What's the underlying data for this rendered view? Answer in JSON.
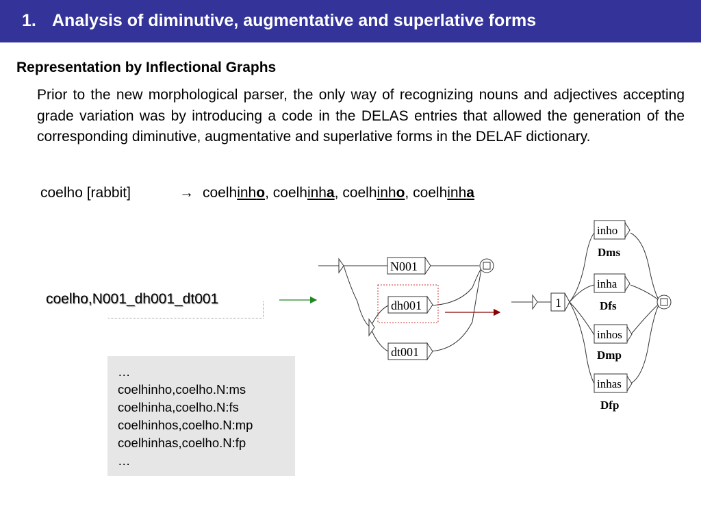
{
  "header": {
    "number": "1.",
    "title": "Analysis of diminutive, augmentative and superlative forms"
  },
  "section": {
    "subtitle": "Representation by Inflectional Graphs",
    "paragraph": "Prior to the new morphological parser, the only way of recognizing nouns and adjectives accepting grade variation was by introducing a code in the DELAS entries that allowed the generation of the corresponding diminutive, augmentative and superlative forms in the  DELAF dictionary."
  },
  "example": {
    "word": "coelho [rabbit]",
    "arrow": "→",
    "forms": [
      {
        "stem": "coelh",
        "suffix": "inh",
        "ending": "o",
        "sep": ", "
      },
      {
        "stem": "coelh",
        "suffix": "inh",
        "ending": "a",
        "sep": ", "
      },
      {
        "stem": "coelh",
        "suffix": "inh",
        "ending": "o",
        "sep": ", "
      },
      {
        "stem": "coelh",
        "suffix": "inh",
        "ending": "a",
        "sep": ""
      }
    ]
  },
  "entry_code": "coelho,N001_dh001_dt001",
  "output_lines": [
    "…",
    "coelhinho,coelho.N:ms",
    "coelhinha,coelho.N:fs",
    "coelhinhos,coelho.N:mp",
    "coelhinhas,coelho.N:fp",
    "…"
  ],
  "graph_left": {
    "boxes": [
      "N001",
      "dh001",
      "dt001"
    ]
  },
  "graph_right": {
    "entry_box": "1",
    "boxes": [
      {
        "label": "inho",
        "code": "Dms"
      },
      {
        "label": "inha",
        "code": "Dfs"
      },
      {
        "label": "inhos",
        "code": "Dmp"
      },
      {
        "label": "inhas",
        "code": "Dfp"
      }
    ]
  },
  "colors": {
    "header_bg": "#333399",
    "green_arrow": "#228822",
    "red_arrow": "#880000",
    "box_dotted": "#cc3333",
    "output_bg": "#e6e6e6"
  }
}
